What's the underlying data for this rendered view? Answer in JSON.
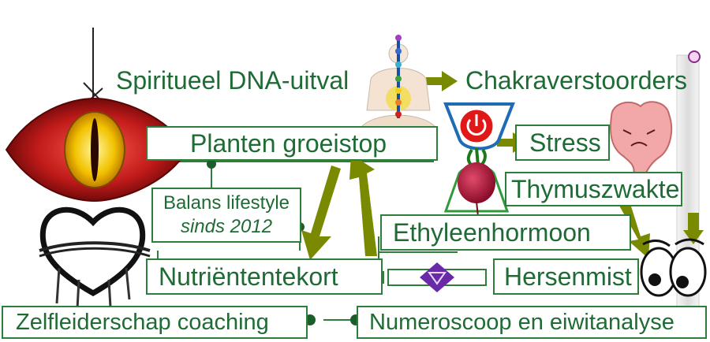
{
  "nodes": {
    "spiritueel": "Spiritueel DNA-uitval",
    "chakra": "Chakraverstoorders",
    "planten": "Planten groeistop",
    "stress": "Stress",
    "thymus": "Thymuszwakte",
    "balans_line1": "Balans lifestyle",
    "balans_line2": "sinds 2012",
    "ethyleen": "Ethyleenhormoon",
    "nutrient": "Nutriëntentekort",
    "hersenmist": "Hersenmist",
    "zelf": "Zelfleiderschap coaching",
    "numero": "Numeroscoop en eiwitanalyse"
  },
  "colors": {
    "text": "#1f6b35",
    "border": "#2e7d3a",
    "arrow": "#7a8a00",
    "eye_red": "#b3141a",
    "purple": "#6a2aa8"
  },
  "icons": [
    "eye-icon",
    "thorn-heart-icon",
    "meditation-figure-icon",
    "power-hourglass-icon",
    "beet-icon",
    "stomach-icon",
    "dizzy-face-icon",
    "chakra-triangle-icon",
    "spike-icon"
  ]
}
